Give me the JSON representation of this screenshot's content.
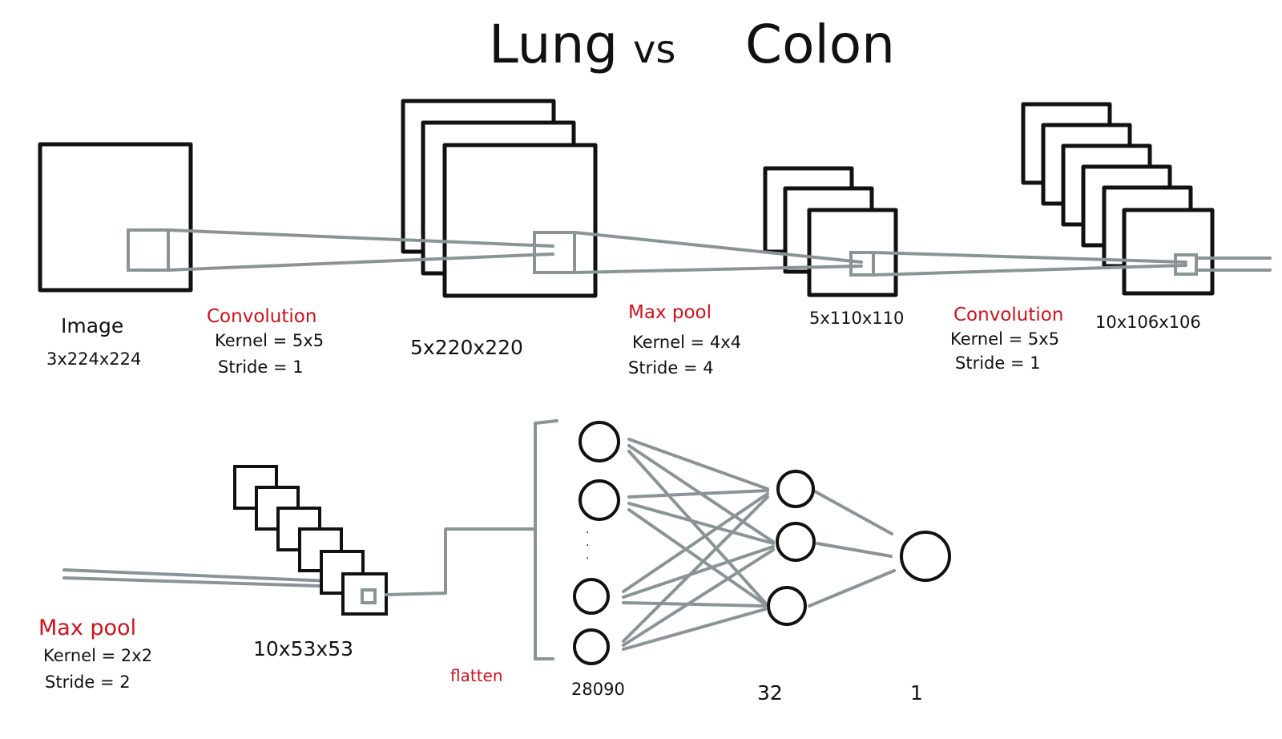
{
  "title": {
    "part1": "Lung",
    "vs": "vs",
    "part2": "Colon"
  },
  "stages": {
    "image": {
      "name": "Image",
      "dims": "3x224x224"
    },
    "conv1": {
      "name": "Convolution",
      "kernel": "Kernel = 5x5",
      "stride": "Stride = 1"
    },
    "fm1": {
      "dims": "5x220x220"
    },
    "pool1": {
      "name": "Max pool",
      "kernel": "Kernel = 4x4",
      "stride": "Stride = 4"
    },
    "fm2": {
      "dims": "5x110x110"
    },
    "conv2": {
      "name": "Convolution",
      "kernel": "Kernel = 5x5",
      "stride": "Stride = 1"
    },
    "fm3": {
      "dims": "10x106x106"
    },
    "pool2": {
      "name": "Max pool",
      "kernel": "Kernel = 2x2",
      "stride": "Stride = 2"
    },
    "fm4": {
      "dims": "10x53x53"
    },
    "flatten": {
      "name": "flatten"
    }
  },
  "layers": {
    "input": {
      "size": "28090",
      "ellipsis": "·\n·\n·"
    },
    "hidden": {
      "size": "32"
    },
    "output": {
      "size": "1"
    }
  },
  "colors": {
    "ink": "#111111",
    "wire": "#8a9496",
    "label_accent": "#d0111b"
  }
}
